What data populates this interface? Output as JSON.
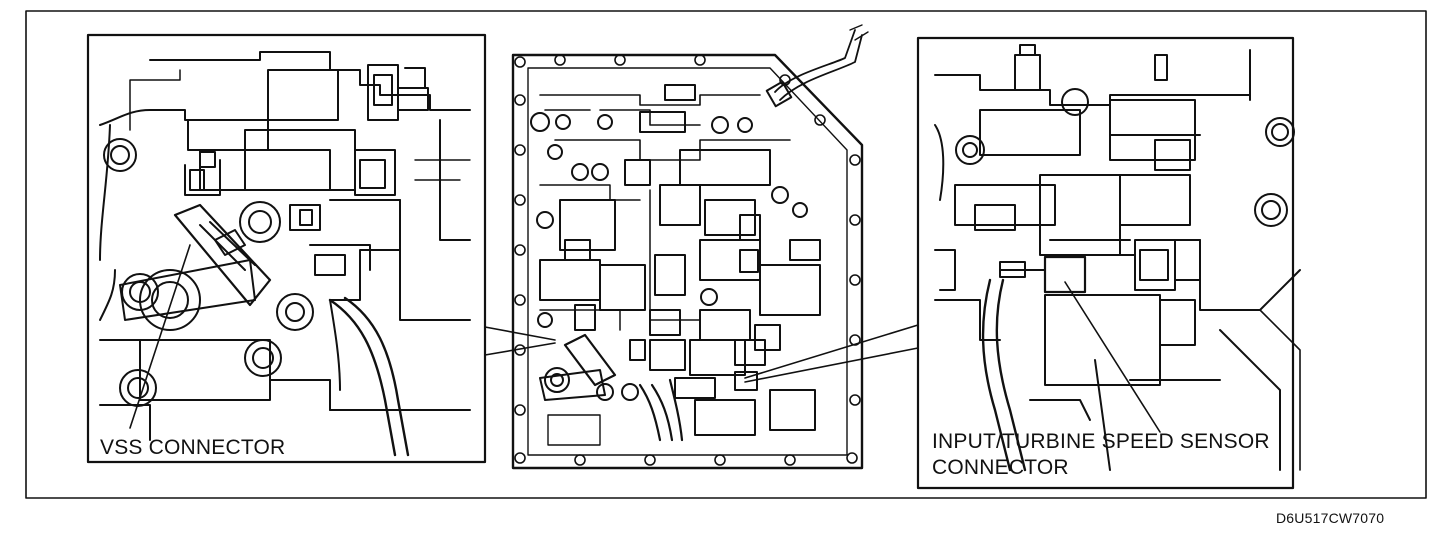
{
  "diagram": {
    "labels": {
      "vss_connector": "VSS CONNECTOR",
      "input_turbine_line1": "INPUT/TURBINE SPEED SENSOR",
      "input_turbine_line2": "CONNECTOR",
      "figure_code": "D6U517CW7070"
    },
    "colors": {
      "line": "#111111",
      "background": "#ffffff",
      "fill_dark": "#222222"
    }
  }
}
